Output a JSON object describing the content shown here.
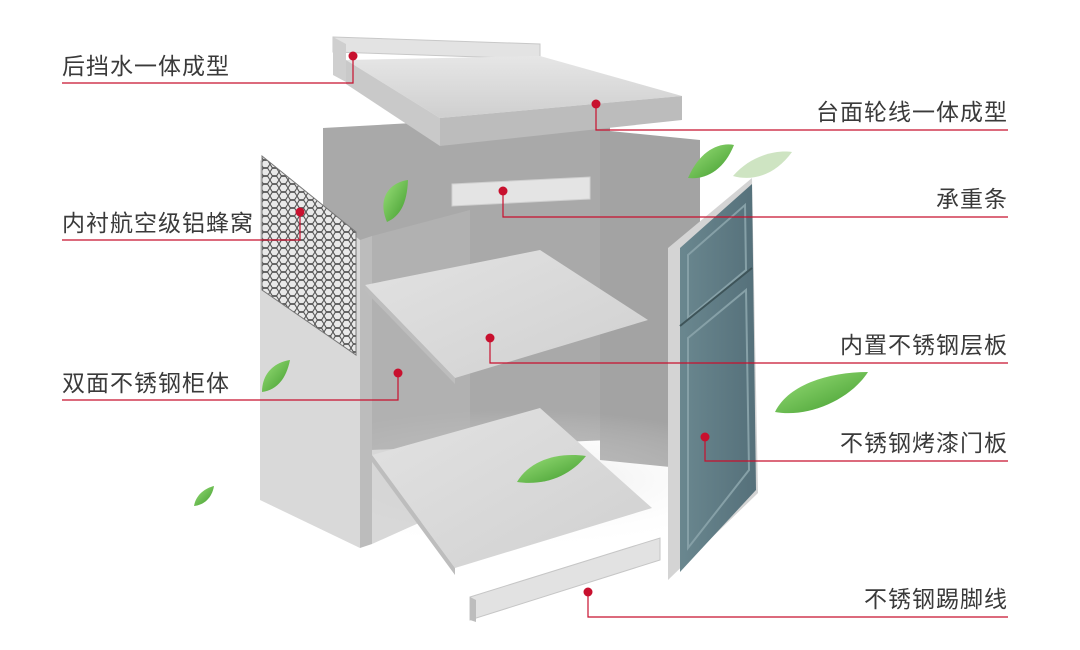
{
  "labels": {
    "backsplash": "后挡水一体成型",
    "honeycomb": "内衬航空级铝蜂窝",
    "cabinet_body": "双面不锈钢柜体",
    "countertop": "台面轮线一体成型",
    "bearing_bar": "承重条",
    "shelf": "内置不锈钢层板",
    "door": "不锈钢烤漆门板",
    "kickboard": "不锈钢踢脚线"
  },
  "colors": {
    "callout": "#c8102e",
    "door": "#5f7b82",
    "panel": "#d7d7d7",
    "leaf": "#6cc04a"
  }
}
